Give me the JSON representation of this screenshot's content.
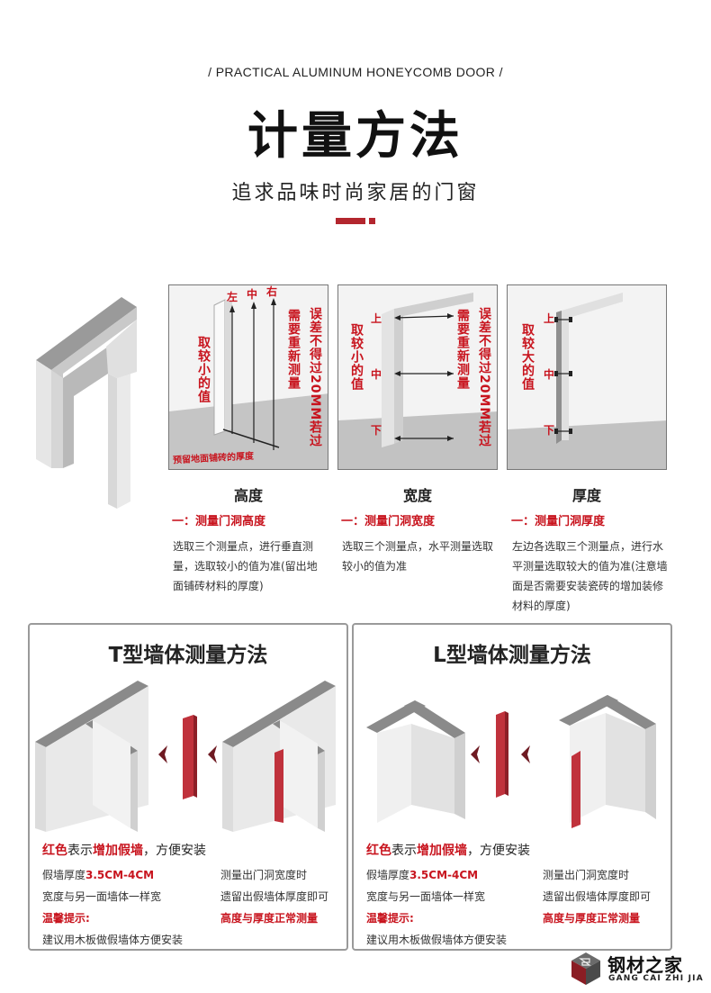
{
  "header": {
    "eyebrow": "/ PRACTICAL ALUMINUM HONEYCOMB DOOR /",
    "title": "计量方法",
    "subtitle": "追求品味时尚家居的门窗"
  },
  "colors": {
    "accent": "#c8141e",
    "divider": "#b3262e",
    "wall": "#d9d9d9",
    "wall_dark": "#9a9a9a"
  },
  "panels": [
    {
      "vertical_left": "取较小的值",
      "vertical_right_1": "需要重新测量",
      "vertical_right_2": "误差不得过20MM若过",
      "markers": [
        "左",
        "中",
        "右"
      ],
      "floor_note": "预留地面铺砖的厚度",
      "title": "高度",
      "sub": "一：测量门洞高度",
      "desc": "选取三个测量点，进行垂直测量，选取较小的值为准(留出地面铺砖材料的厚度)"
    },
    {
      "vertical_left": "取较小的值",
      "vertical_right_1": "需要重新测量",
      "vertical_right_2": "误差不得过20MM若过",
      "markers": [
        "上",
        "中",
        "下"
      ],
      "title": "宽度",
      "sub": "一：测量门洞宽度",
      "desc": "选取三个测量点，水平测量选取较小的值为准"
    },
    {
      "vertical_left": "取较大的值",
      "markers": [
        "上",
        "中",
        "下"
      ],
      "title": "厚度",
      "sub": "一：测量门洞厚度",
      "desc": "左边各选取三个测量点，进行水平测量选取较大的值为准(注意墙面是否需要安装瓷砖的增加装修材料的厚度)"
    }
  ],
  "boxes": [
    {
      "title": "T型墙体测量方法",
      "red_line": {
        "p1": "红色",
        "p2": "表示",
        "p3": "增加假墙",
        "p4": "，方便安装"
      },
      "left_lines": {
        "l1a": "假墙厚度",
        "l1b": "3.5CM-4CM",
        "l2": "宽度与另一面墙体一样宽",
        "l3": "温馨提示:",
        "l4": "建议用木板做假墙体方便安装"
      },
      "right_lines": {
        "r1": "测量出门洞宽度时",
        "r2": "遗留出假墙体厚度即可",
        "r3": "高度与厚度正常测量"
      }
    },
    {
      "title": "L型墙体测量方法",
      "red_line": {
        "p1": "红色",
        "p2": "表示",
        "p3": "增加假墙",
        "p4": "，方便安装"
      },
      "left_lines": {
        "l1a": "假墙厚度",
        "l1b": "3.5CM-4CM",
        "l2": "宽度与另一面墙体一样宽",
        "l3": "温馨提示:",
        "l4": "建议用木板做假墙体方便安装"
      },
      "right_lines": {
        "r1": "测量出门洞宽度时",
        "r2": "遗留出假墙体厚度即可",
        "r3": "高度与厚度正常测量"
      }
    }
  ],
  "logo": {
    "cn": "钢材之家",
    "en": "GANG CAI ZHI JIA"
  }
}
